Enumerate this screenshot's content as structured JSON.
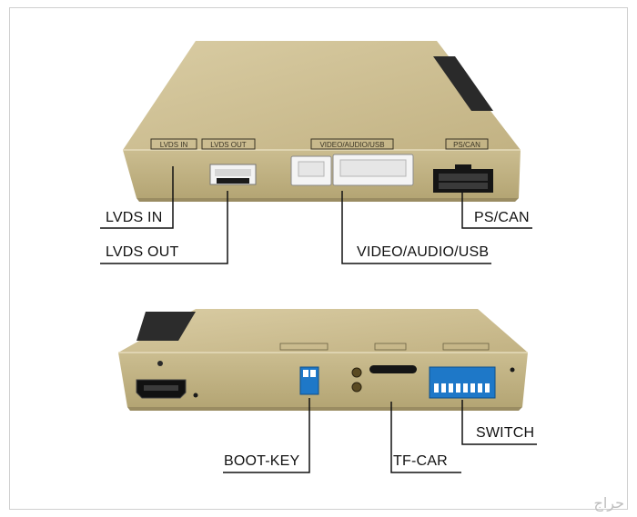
{
  "product": {
    "top_view": {
      "port_labels": {
        "lvds_in": "LVDS IN",
        "lvds_out": "LVDS OUT",
        "video_audio_usb": "VIDEO/AUDIO/USB",
        "ps_can": "PS/CAN"
      }
    }
  },
  "callouts": {
    "lvds_in": "LVDS IN",
    "lvds_out": "LVDS OUT",
    "video_audio_usb": "VIDEO/AUDIO/USB",
    "ps_can": "PS/CAN",
    "boot_key": "BOOT-KEY",
    "tf_car": "TF-CAR",
    "switch": "SWITCH"
  },
  "watermark": "حراج",
  "colors": {
    "casing": "#c8b98c",
    "casing_dark": "#a89a6e",
    "casing_light": "#ddd2ac",
    "connector_white": "#f2f2f2",
    "black": "#1a1a1a",
    "dip_blue": "#1e78c8"
  }
}
